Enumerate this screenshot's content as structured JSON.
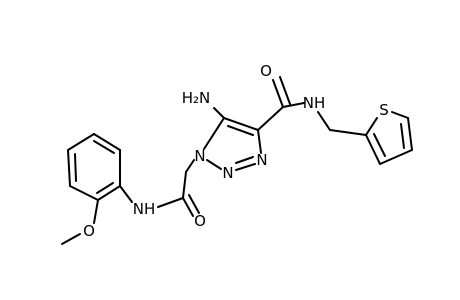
{
  "molecule": {
    "atoms": {
      "nh2": "H₂N",
      "carbonyl_o_amide": "O",
      "amide_nh_right": "NH",
      "thiophene_s": "S",
      "triazole_n1": "N",
      "triazole_n2": "N",
      "triazole_n3": "N",
      "amide_nh_left": "NH",
      "carbonyl_o_left": "O",
      "methoxy_o": "O"
    },
    "colors": {
      "bond": "#000000",
      "label": "#000000",
      "background": "#ffffff"
    }
  }
}
